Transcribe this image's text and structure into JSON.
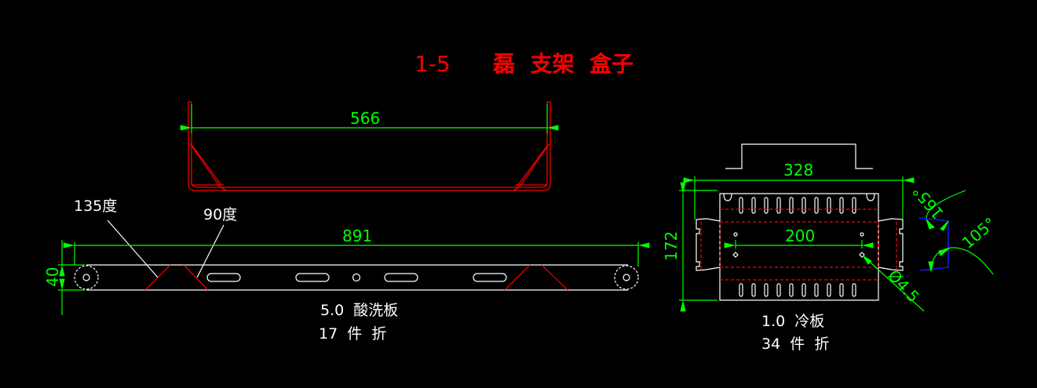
{
  "title": {
    "number": "1-5",
    "name": "磊  支架  盒子"
  },
  "colors": {
    "background": "#000000",
    "outline": "#ffffff",
    "bend_line": "#ff0000",
    "dimension": "#00ff00",
    "side_profile": "#2020ff"
  },
  "top_view": {
    "width_dim": "566"
  },
  "bracket_flat": {
    "length_dim": "891",
    "height_dim": "40",
    "angle_left": "135度",
    "angle_right": "90度",
    "material": "5.0  酸洗板",
    "quantity": "17  件  折"
  },
  "box_flat": {
    "width_dim": "328",
    "height_dim": "172",
    "hole_spacing_dim": "200",
    "hole_diameter": "Ø4.5",
    "angle_top": "165°",
    "angle_bottom": "105°",
    "material": "1.0  冷板",
    "quantity": "34  件  折"
  }
}
